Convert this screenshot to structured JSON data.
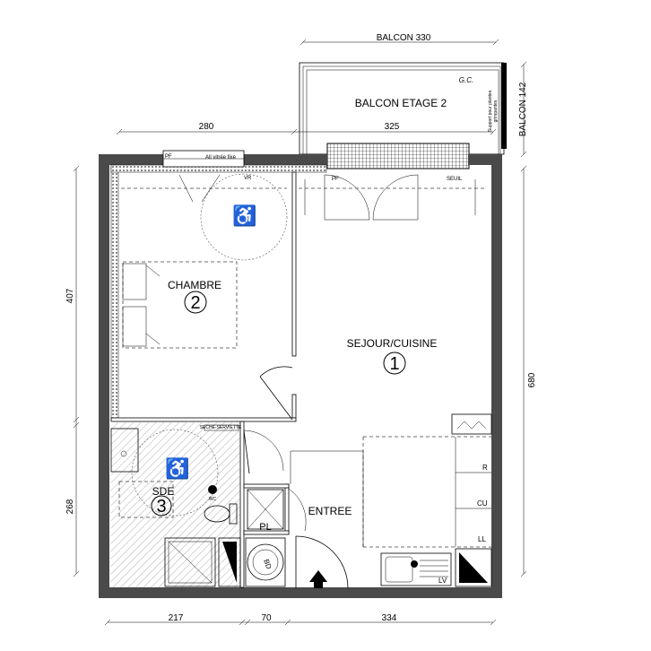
{
  "dimensions": {
    "balcon_width": "BALCON 330",
    "balcon_depth": "BALCON 142",
    "top_left": "280",
    "top_right": "325",
    "left_upper": "407",
    "left_lower": "268",
    "right_height": "680",
    "bottom_left": "217",
    "bottom_mid": "70",
    "bottom_right": "334"
  },
  "labels": {
    "balcon_etage": "BALCON ETAGE 2",
    "gc": "G.C.",
    "support_plantes": "Support pour plantes",
    "grimpantes": "grimpantes",
    "all_vitree": "All vitrée fixe",
    "pf_chambre": "PF",
    "vr": "VR",
    "pf_sejour": "PF",
    "seuil": "SEUIL",
    "sdb_label": "SECHE-SERVIETTE",
    "wc": "WC",
    "r": "R",
    "cu": "CU",
    "ll": "LL",
    "lv": "LV",
    "bd": "BD",
    "pl": "PL"
  },
  "rooms": [
    {
      "name": "CHAMBRE",
      "number": "2"
    },
    {
      "name": "SEJOUR/CUISINE",
      "number": "1"
    },
    {
      "name": "SDE",
      "number": "3"
    },
    {
      "name": "ENTREE",
      "number": ""
    }
  ],
  "colors": {
    "wall": "#4a4a4a",
    "hatch": "#9a9a9a",
    "line": "#000000"
  }
}
